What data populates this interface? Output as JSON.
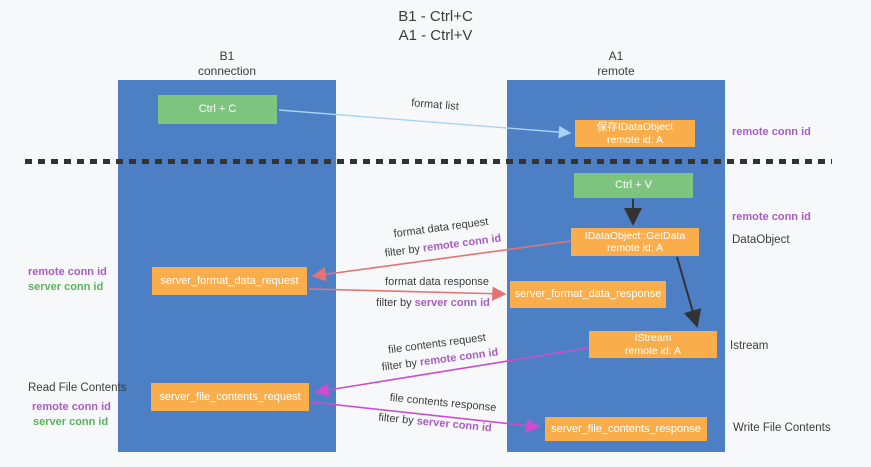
{
  "title": {
    "line1": "B1 - Ctrl+C",
    "line2": "A1 - Ctrl+V"
  },
  "lanes": {
    "left": {
      "name": "B1",
      "subtitle": "connection"
    },
    "right": {
      "name": "A1",
      "subtitle": "remote"
    }
  },
  "nodes": {
    "ctrl_c": {
      "label": "Ctrl + C"
    },
    "save_dataobject": {
      "line1": "保存IDataObject",
      "line2": "remote id: A"
    },
    "ctrl_v": {
      "label": "Ctrl + V"
    },
    "getdata": {
      "line1": "IDataObject::GetData",
      "line2": "remote id: A"
    },
    "format_request": {
      "label": "server_format_data_request"
    },
    "format_response": {
      "label": "server_format_data_response"
    },
    "istream": {
      "line1": "IStream",
      "line2": "remote id: A"
    },
    "file_request": {
      "label": "server_file_contents_request"
    },
    "file_response": {
      "label": "server_file_contents_response"
    }
  },
  "edges": {
    "format_list": {
      "label": "format list"
    },
    "format_request": {
      "label": "format data request",
      "filter_prefix": "filter by ",
      "filter_key": "remote conn id"
    },
    "format_response": {
      "label": "format data response",
      "filter_prefix": "filter by ",
      "filter_key": "server conn id"
    },
    "file_request": {
      "label": "file contents request",
      "filter_prefix": "filter by ",
      "filter_key": "remote conn id"
    },
    "file_response": {
      "label": "file contents response",
      "filter_prefix": "filter by ",
      "filter_key": "server conn id"
    }
  },
  "annotations": {
    "right_remote_top": "remote conn id",
    "right_remote_mid": "remote conn id",
    "dataobject": "DataObject",
    "istream": "Istream",
    "write_file": "Write File Contents",
    "left_remote_top": "remote conn id",
    "left_server_top": "server conn id",
    "read_file": "Read File Contents",
    "left_remote_bottom": "remote conn id",
    "left_server_bottom": "server conn id"
  },
  "colors": {
    "lane": "#4d7fc4",
    "node_orange": "#f9ae4b",
    "node_green": "#7dc57f",
    "purple": "#a95cc2",
    "green_label": "#58b55c",
    "arrow_red": "#e57373",
    "arrow_magenta": "#cc4ecc",
    "arrow_blue": "#a8d3f0",
    "arrow_black": "#333333",
    "divider": "#333333"
  }
}
